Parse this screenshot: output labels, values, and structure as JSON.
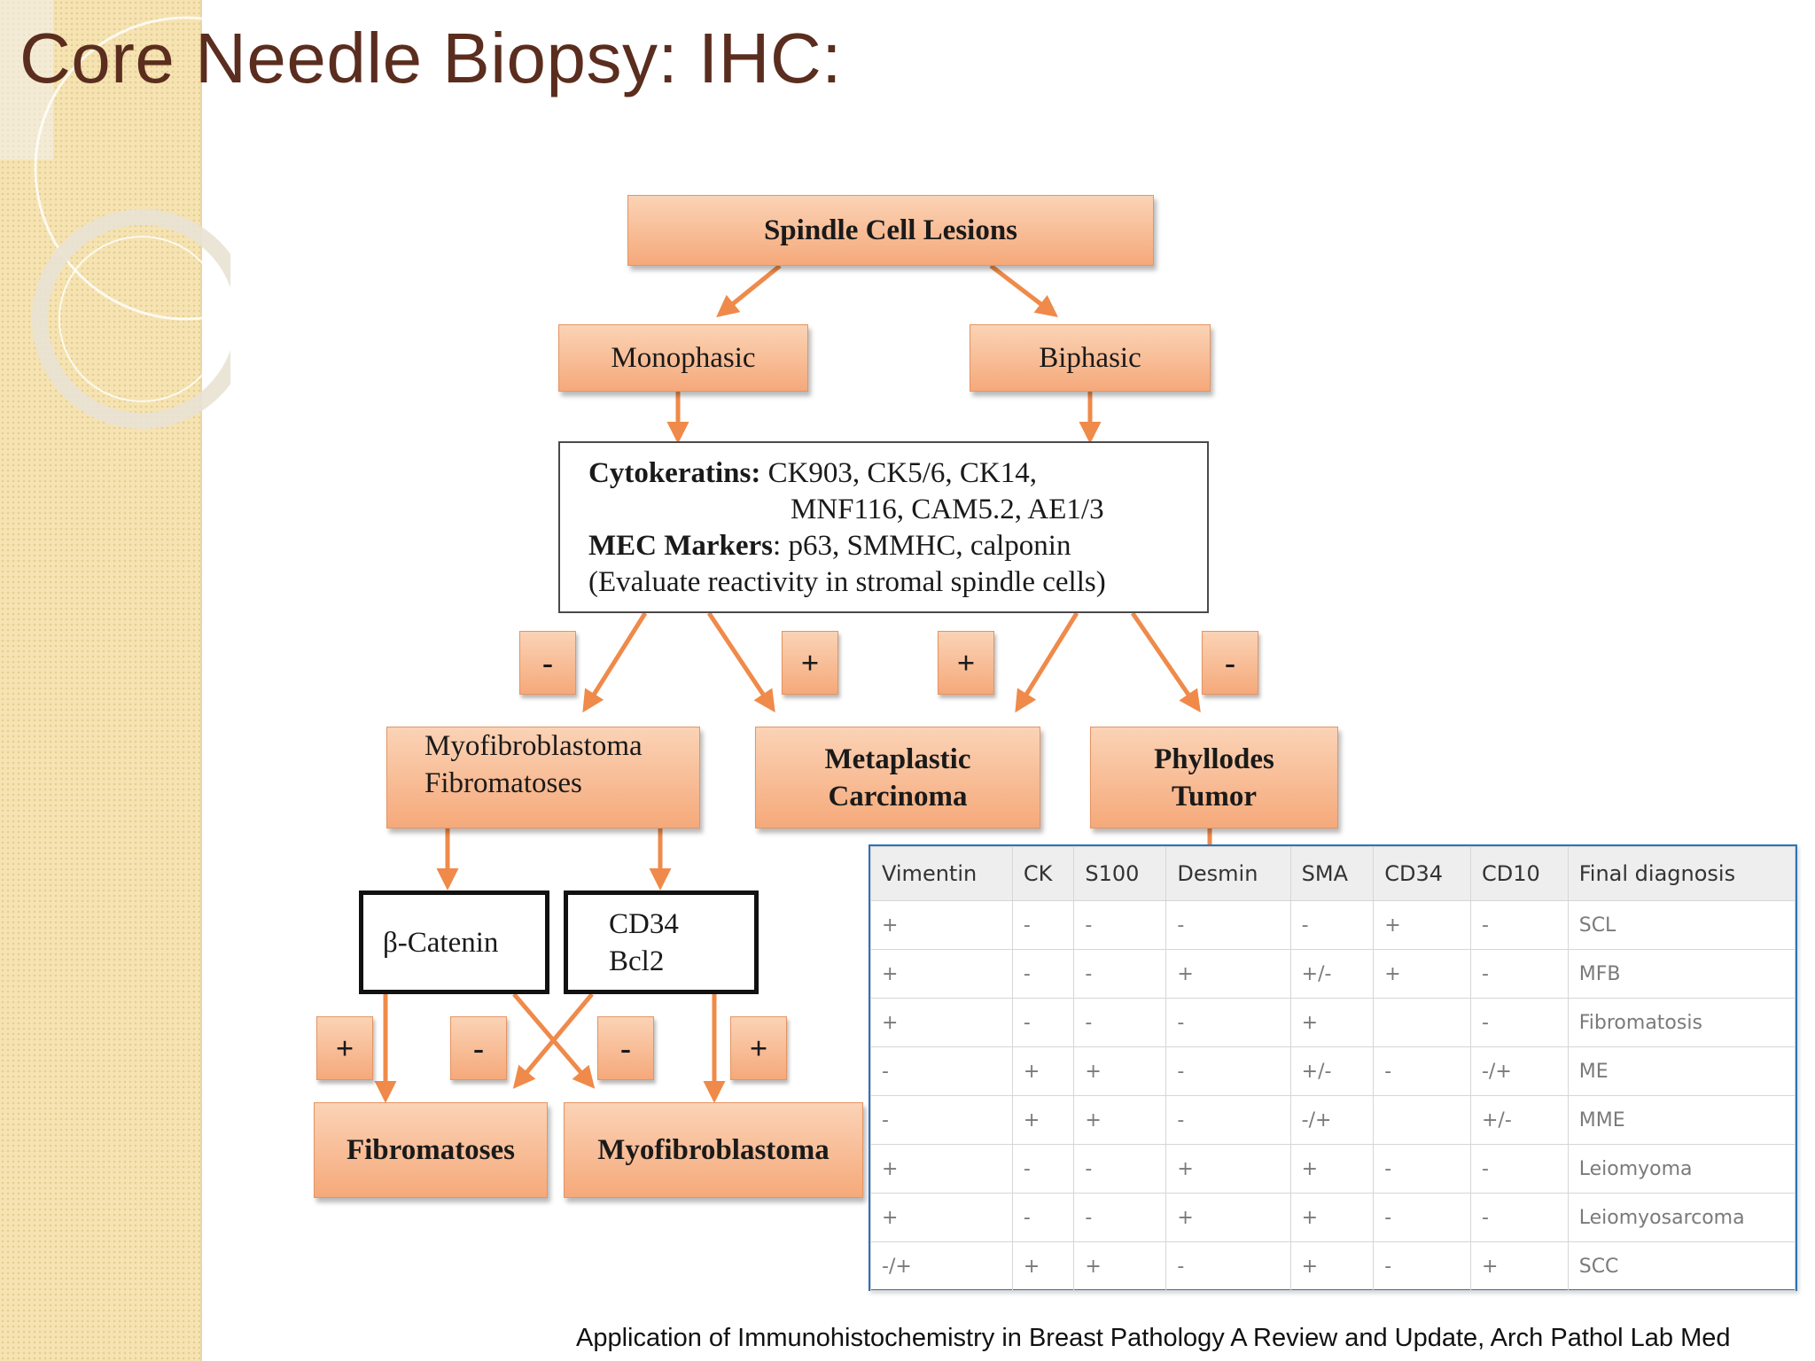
{
  "slide": {
    "title": "Core Needle Biopsy: IHC:",
    "citation": "Application of Immunohistochemistry in Breast Pathology A Review and Update, Arch Pathol Lab Med"
  },
  "colors": {
    "title": "#5a2d1e",
    "box_fill": "#f8bb92",
    "arrow": "#ef8a4a",
    "table_border": "#2b73b8",
    "sidebar": "#f5e3b3"
  },
  "flowchart": {
    "root": "Spindle Cell Lesions",
    "monophasic": "Monophasic",
    "biphasic": "Biphasic",
    "marker_panel": {
      "cytokeratins_label": "Cytokeratins:",
      "cytokeratins_line1": " CK903, CK5/6, CK14,",
      "cytokeratins_line2": "MNF116, CAM5.2, AE1/3",
      "mec_label": "MEC Markers",
      "mec_value": ": p63, SMMHC, calponin",
      "note": "(Evaluate reactivity in stromal spindle cells)"
    },
    "signs": {
      "s1": "-",
      "s2": "+",
      "s3": "+",
      "s4": "-",
      "s5": "+",
      "s6": "-",
      "s7": "-",
      "s8": "+"
    },
    "myo_fib_line1": "Myofibroblastoma",
    "myo_fib_line2": "Fibromatoses",
    "metaplastic_line1": "Metaplastic",
    "metaplastic_line2": "Carcinoma",
    "phyllodes_line1": "Phyllodes",
    "phyllodes_line2": "Tumor",
    "beta_catenin": "β-Catenin",
    "cd34": "CD34",
    "bcl2": "Bcl2",
    "fibromatoses": "Fibromatoses",
    "myofibroblastoma": "Myofibroblastoma"
  },
  "table": {
    "headers": [
      "Vimentin",
      "CK",
      "S100",
      "Desmin",
      "SMA",
      "CD34",
      "CD10",
      "Final diagnosis"
    ],
    "rows": [
      [
        "+",
        "-",
        "-",
        "-",
        "-",
        "+",
        "-",
        "SCL"
      ],
      [
        "+",
        "-",
        "-",
        "+",
        "+/-",
        "+",
        "-",
        "MFB"
      ],
      [
        "+",
        "-",
        "-",
        "-",
        "+",
        "",
        "-",
        "Fibromatosis"
      ],
      [
        "-",
        "+",
        "+",
        "-",
        "+/-",
        "-",
        "-/+",
        "ME"
      ],
      [
        "-",
        "+",
        "+",
        "-",
        "-/+",
        "",
        "+/-",
        "MME"
      ],
      [
        "+",
        "-",
        "-",
        "+",
        "+",
        "-",
        "-",
        "Leiomyoma"
      ],
      [
        "+",
        "-",
        "-",
        "+",
        "+",
        "-",
        "-",
        "Leiomyosarcoma"
      ],
      [
        "-/+",
        "+",
        "+",
        "-",
        "+",
        "-",
        "+",
        "SCC"
      ]
    ]
  }
}
